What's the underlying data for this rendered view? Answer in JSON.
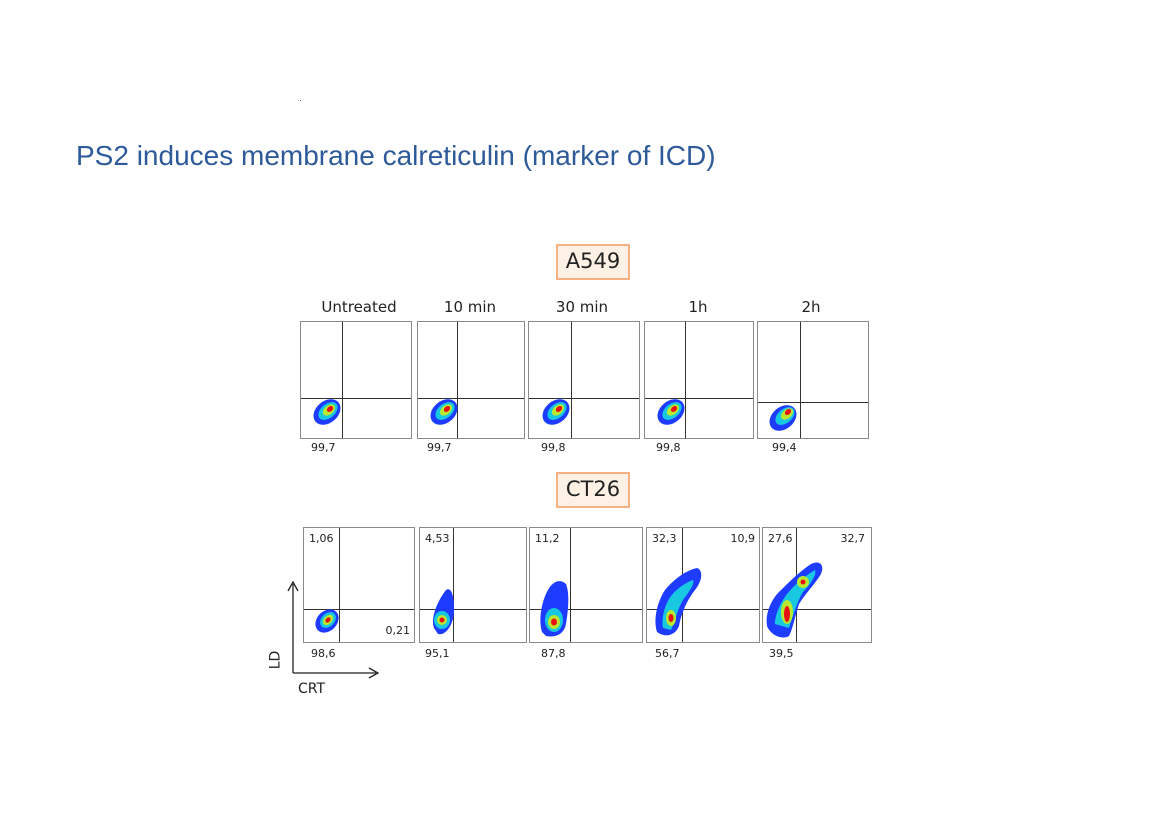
{
  "title": "PS2 induces membrane calreticulin (marker of ICD)",
  "chart_data": {
    "type": "flow-cytometry-density-grid",
    "timepoints": [
      "Untreated",
      "10 min",
      "30 min",
      "1h",
      "2h"
    ],
    "x_axis_label": "CRT",
    "y_axis_label": "LD",
    "panels": [
      {
        "cell_line": "A549",
        "gates": [
          {
            "lower_left": "99,7"
          },
          {
            "lower_left": "99,7"
          },
          {
            "lower_left": "99,8"
          },
          {
            "lower_left": "99,8"
          },
          {
            "lower_left": "99,4"
          }
        ]
      },
      {
        "cell_line": "CT26",
        "gates": [
          {
            "upper_left": "1,06",
            "upper_right": "",
            "lower_left": "98,6",
            "lower_right": "0,21"
          },
          {
            "upper_left": "4,53",
            "upper_right": "",
            "lower_left": "95,1",
            "lower_right": ""
          },
          {
            "upper_left": "11,2",
            "upper_right": "",
            "lower_left": "87,8",
            "lower_right": ""
          },
          {
            "upper_left": "32,3",
            "upper_right": "10,9",
            "lower_left": "56,7",
            "lower_right": ""
          },
          {
            "upper_left": "27,6",
            "upper_right": "32,7",
            "lower_left": "39,5",
            "lower_right": ""
          }
        ]
      }
    ]
  }
}
